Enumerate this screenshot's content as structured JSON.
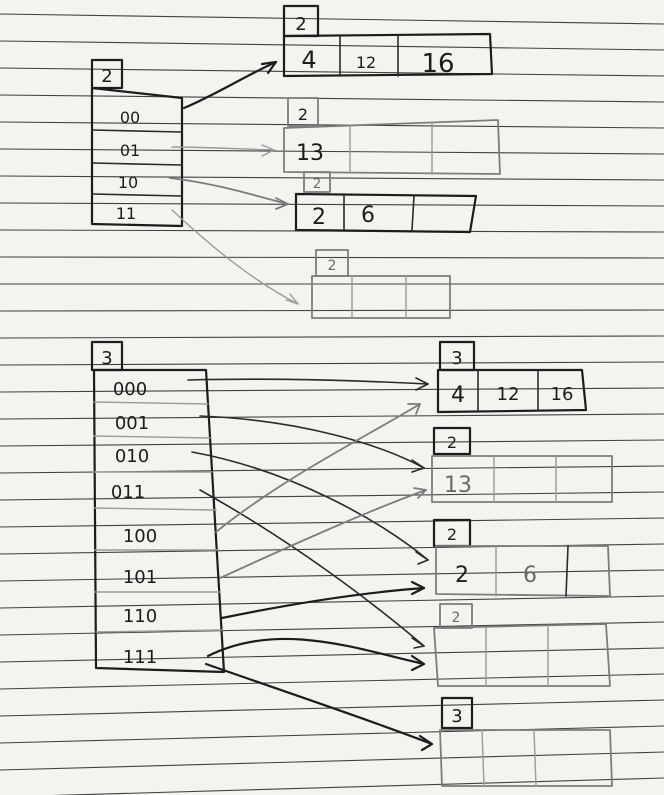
{
  "diagram_a": {
    "directory": {
      "global_depth": "2",
      "entries": [
        "00",
        "01",
        "10",
        "11"
      ]
    },
    "buckets": [
      {
        "local_depth": "2",
        "keys": [
          "4",
          "12",
          "16"
        ]
      },
      {
        "local_depth": "2",
        "keys": [
          "13",
          "",
          ""
        ]
      },
      {
        "local_depth": "2",
        "keys": [
          "2",
          "6",
          ""
        ]
      },
      {
        "local_depth": "2",
        "keys": [
          "",
          "",
          ""
        ]
      }
    ]
  },
  "diagram_b": {
    "directory": {
      "global_depth": "3",
      "entries": [
        "000",
        "001",
        "010",
        "011",
        "100",
        "101",
        "110",
        "111"
      ]
    },
    "buckets": [
      {
        "local_depth": "3",
        "keys": [
          "4",
          "12",
          "16"
        ]
      },
      {
        "local_depth": "2",
        "keys": [
          "13",
          "",
          ""
        ]
      },
      {
        "local_depth": "2",
        "keys": [
          "2",
          "6",
          ""
        ]
      },
      {
        "local_depth": "2",
        "keys": [
          "",
          "",
          ""
        ]
      },
      {
        "local_depth": "3",
        "keys": [
          "",
          "",
          ""
        ]
      }
    ]
  }
}
